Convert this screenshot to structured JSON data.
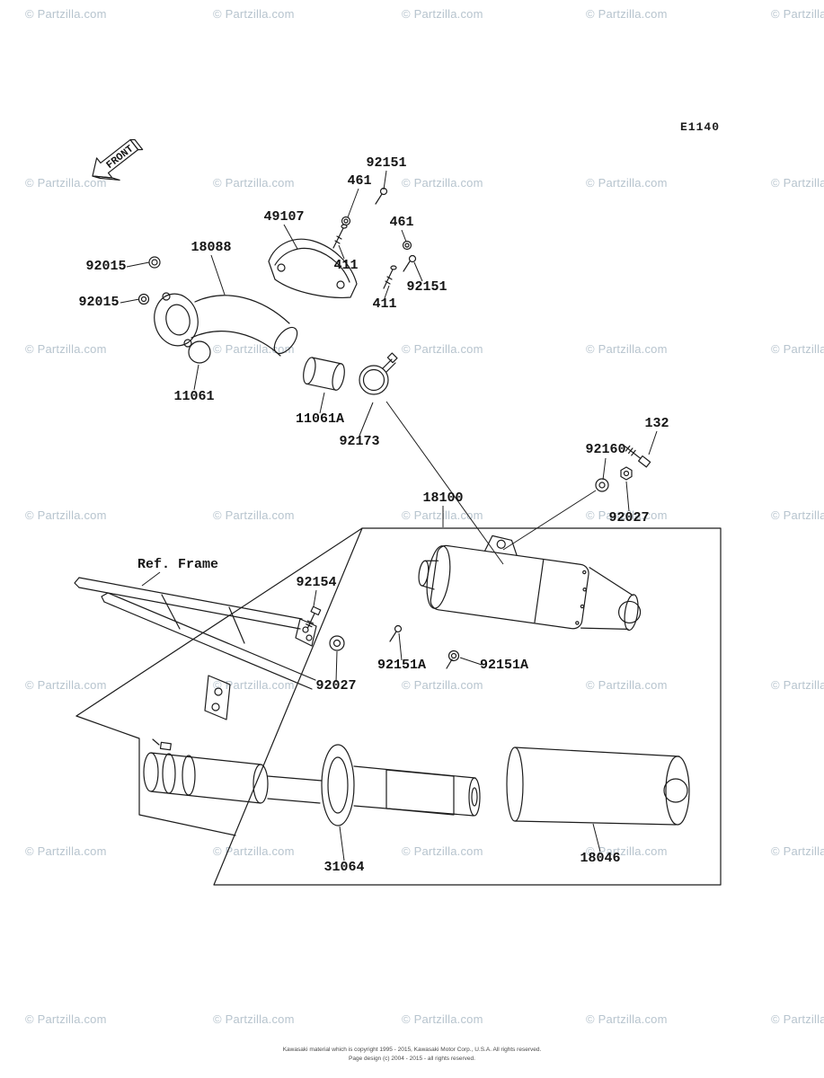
{
  "diagram": {
    "code": "E1140"
  },
  "front_arrow": {
    "label": "FRONT"
  },
  "watermark": {
    "text": "© Partzilla.com"
  },
  "labels": [
    {
      "text": "92151"
    },
    {
      "text": "461"
    },
    {
      "text": "49107"
    },
    {
      "text": "461"
    },
    {
      "text": "411"
    },
    {
      "text": "18088"
    },
    {
      "text": "92151"
    },
    {
      "text": "92015"
    },
    {
      "text": "411"
    },
    {
      "text": "92015"
    },
    {
      "text": "11061"
    },
    {
      "text": "11061A"
    },
    {
      "text": "92173"
    },
    {
      "text": "132"
    },
    {
      "text": "92160"
    },
    {
      "text": "92027"
    },
    {
      "text": "18100"
    },
    {
      "text": "Ref. Frame"
    },
    {
      "text": "92154"
    },
    {
      "text": "92151A"
    },
    {
      "text": "92151A"
    },
    {
      "text": "92027"
    },
    {
      "text": "31064"
    },
    {
      "text": "18046"
    }
  ],
  "footer": {
    "line1": "Kawasaki material which is copyright 1995 - 2015, Kawasaki Motor Corp., U.S.A. All rights reserved.",
    "line2": "Page design (c) 2004 - 2015 - all rights reserved."
  }
}
